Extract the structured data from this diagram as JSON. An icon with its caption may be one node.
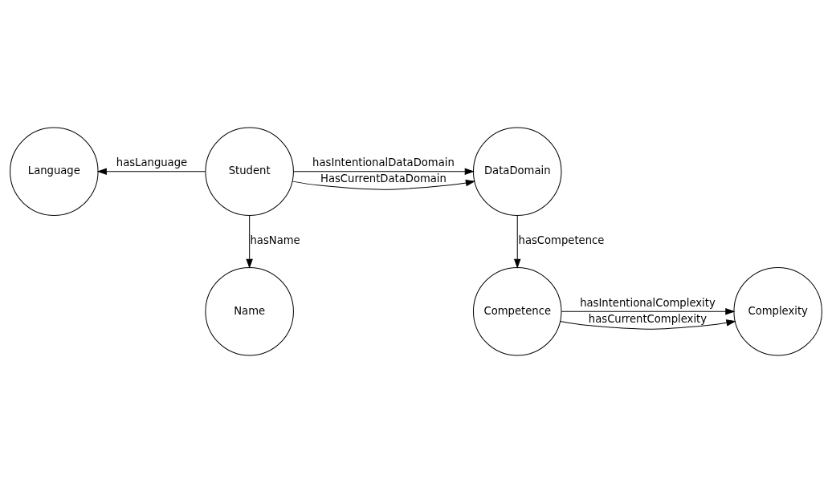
{
  "diagram": {
    "nodes": [
      {
        "text": [
          "Language"
        ]
      },
      {
        "text": [
          "Student"
        ]
      },
      {
        "text": [
          "DataDomain"
        ]
      },
      {
        "text": [
          "Name"
        ]
      },
      {
        "text": [
          "Complexity"
        ]
      },
      {
        "text": [
          "Competence"
        ]
      }
    ],
    "edges": [
      {
        "from": 1,
        "to": 0,
        "arrow": "to",
        "label": "hasLanguage"
      },
      {
        "from": 1,
        "to": 2,
        "arrow": "to",
        "label": "HasCurrentDataDomain"
      },
      {
        "from": 1,
        "to": 2,
        "arrow": "to",
        "label": "hasIntentionalDataDomain"
      },
      {
        "from": 1,
        "to": 3,
        "arrow": "to",
        "label": "hasName"
      },
      {
        "from": 2,
        "to": 5,
        "arrow": "to",
        "label": "hasCompetence"
      },
      {
        "from": 5,
        "to": 4,
        "arrow": "to",
        "label": "hasCurrentComplexity"
      },
      {
        "from": 5,
        "to": 4,
        "arrow": "to",
        "label": "hasIntentionalComplexity"
      }
    ]
  }
}
